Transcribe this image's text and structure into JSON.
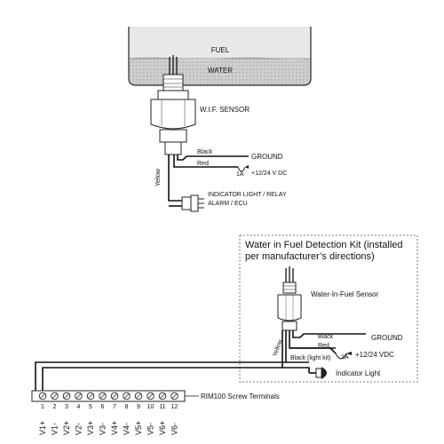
{
  "tank": {
    "fuel_label": "FUEL",
    "water_label": "WATER"
  },
  "wif_sensor": {
    "label": "W.I.F. SENSOR",
    "wire_yellow": "Yellow",
    "wire_black": "Black",
    "wire_red": "Red",
    "ground_label": "GROUND",
    "fuse_label": "1A",
    "power_label": "+12/24 V DC",
    "indicator_label_line1": "INDICATOR LIGHT / RELAY",
    "indicator_label_line2": "ALARM / ECU"
  },
  "kit": {
    "title_line1": "Water in Fuel Detection Kit (installed",
    "title_line2": "per manufacturer’s directions)",
    "sensor_label": "Water-In-Fuel Sensor",
    "wire_yellow": "Yellow",
    "wire_black": "Black",
    "wire_red": "Red",
    "ground_label": "GROUND",
    "wire_black_light": "Black (light kit)",
    "fuse_label": "1A",
    "power_label": "+12/24 VDC",
    "indicator_label": "Indicator Light"
  },
  "terminal_block": {
    "label": "RIM100 Screw Terminals",
    "numbers": [
      "1",
      "2",
      "3",
      "4",
      "5",
      "6",
      "7",
      "8",
      "9",
      "10",
      "11",
      "12"
    ],
    "names": [
      "V1+",
      "V1-",
      "V2+",
      "V2-",
      "V3+",
      "V3-",
      "V4+",
      "V4-",
      "V5+",
      "V5-",
      "V6+",
      "V6-"
    ]
  }
}
